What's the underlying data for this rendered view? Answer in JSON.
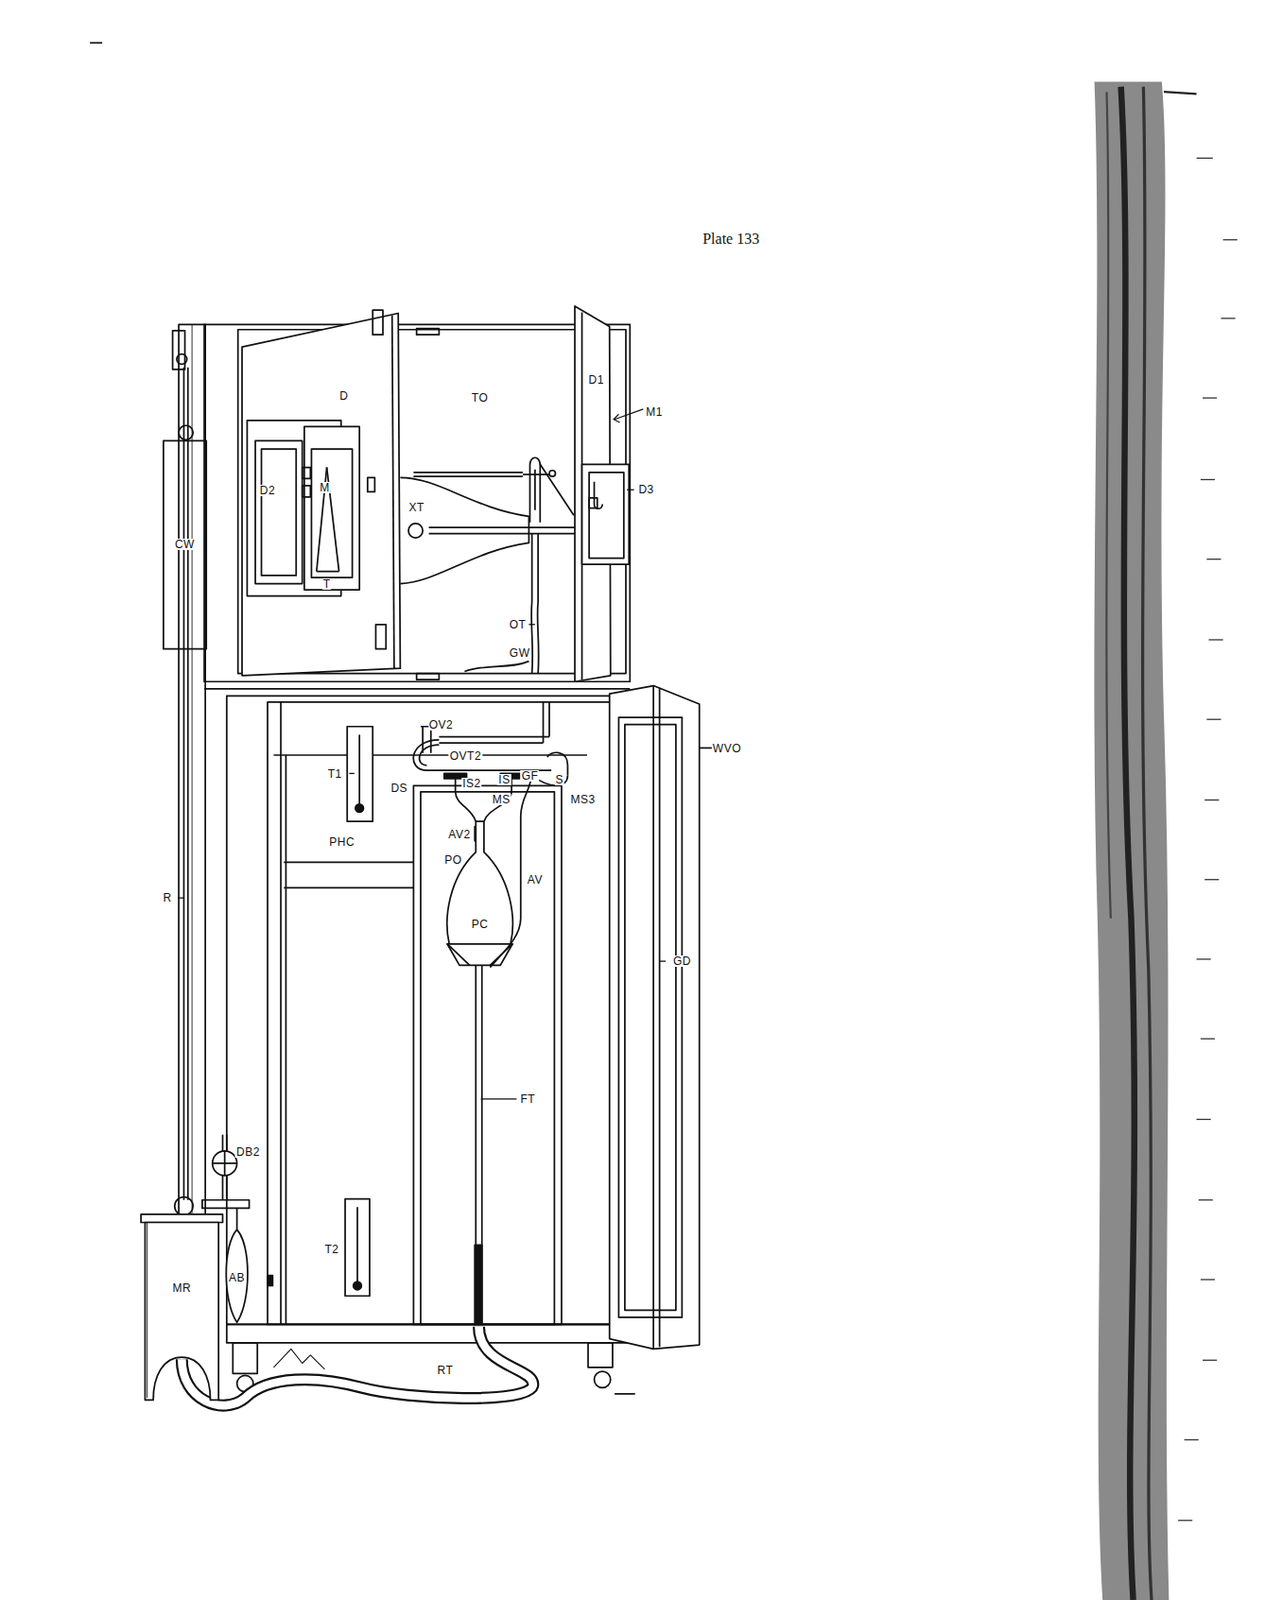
{
  "diagram": {
    "title": "Plate 133",
    "labels": [
      "D",
      "TO",
      "D1",
      "M1",
      "D2",
      "M",
      "T",
      "XT",
      "D3",
      "CW",
      "OT",
      "GW",
      "OV2",
      "OVT2",
      "DS",
      "IS2",
      "IS",
      "GF",
      "S",
      "MS",
      "MS3",
      "WVO",
      "T1",
      "PHC",
      "AV2",
      "PO",
      "AV",
      "PC",
      "GD",
      "R",
      "FT",
      "DB2",
      "AB",
      "MR",
      "T2",
      "RT"
    ]
  }
}
